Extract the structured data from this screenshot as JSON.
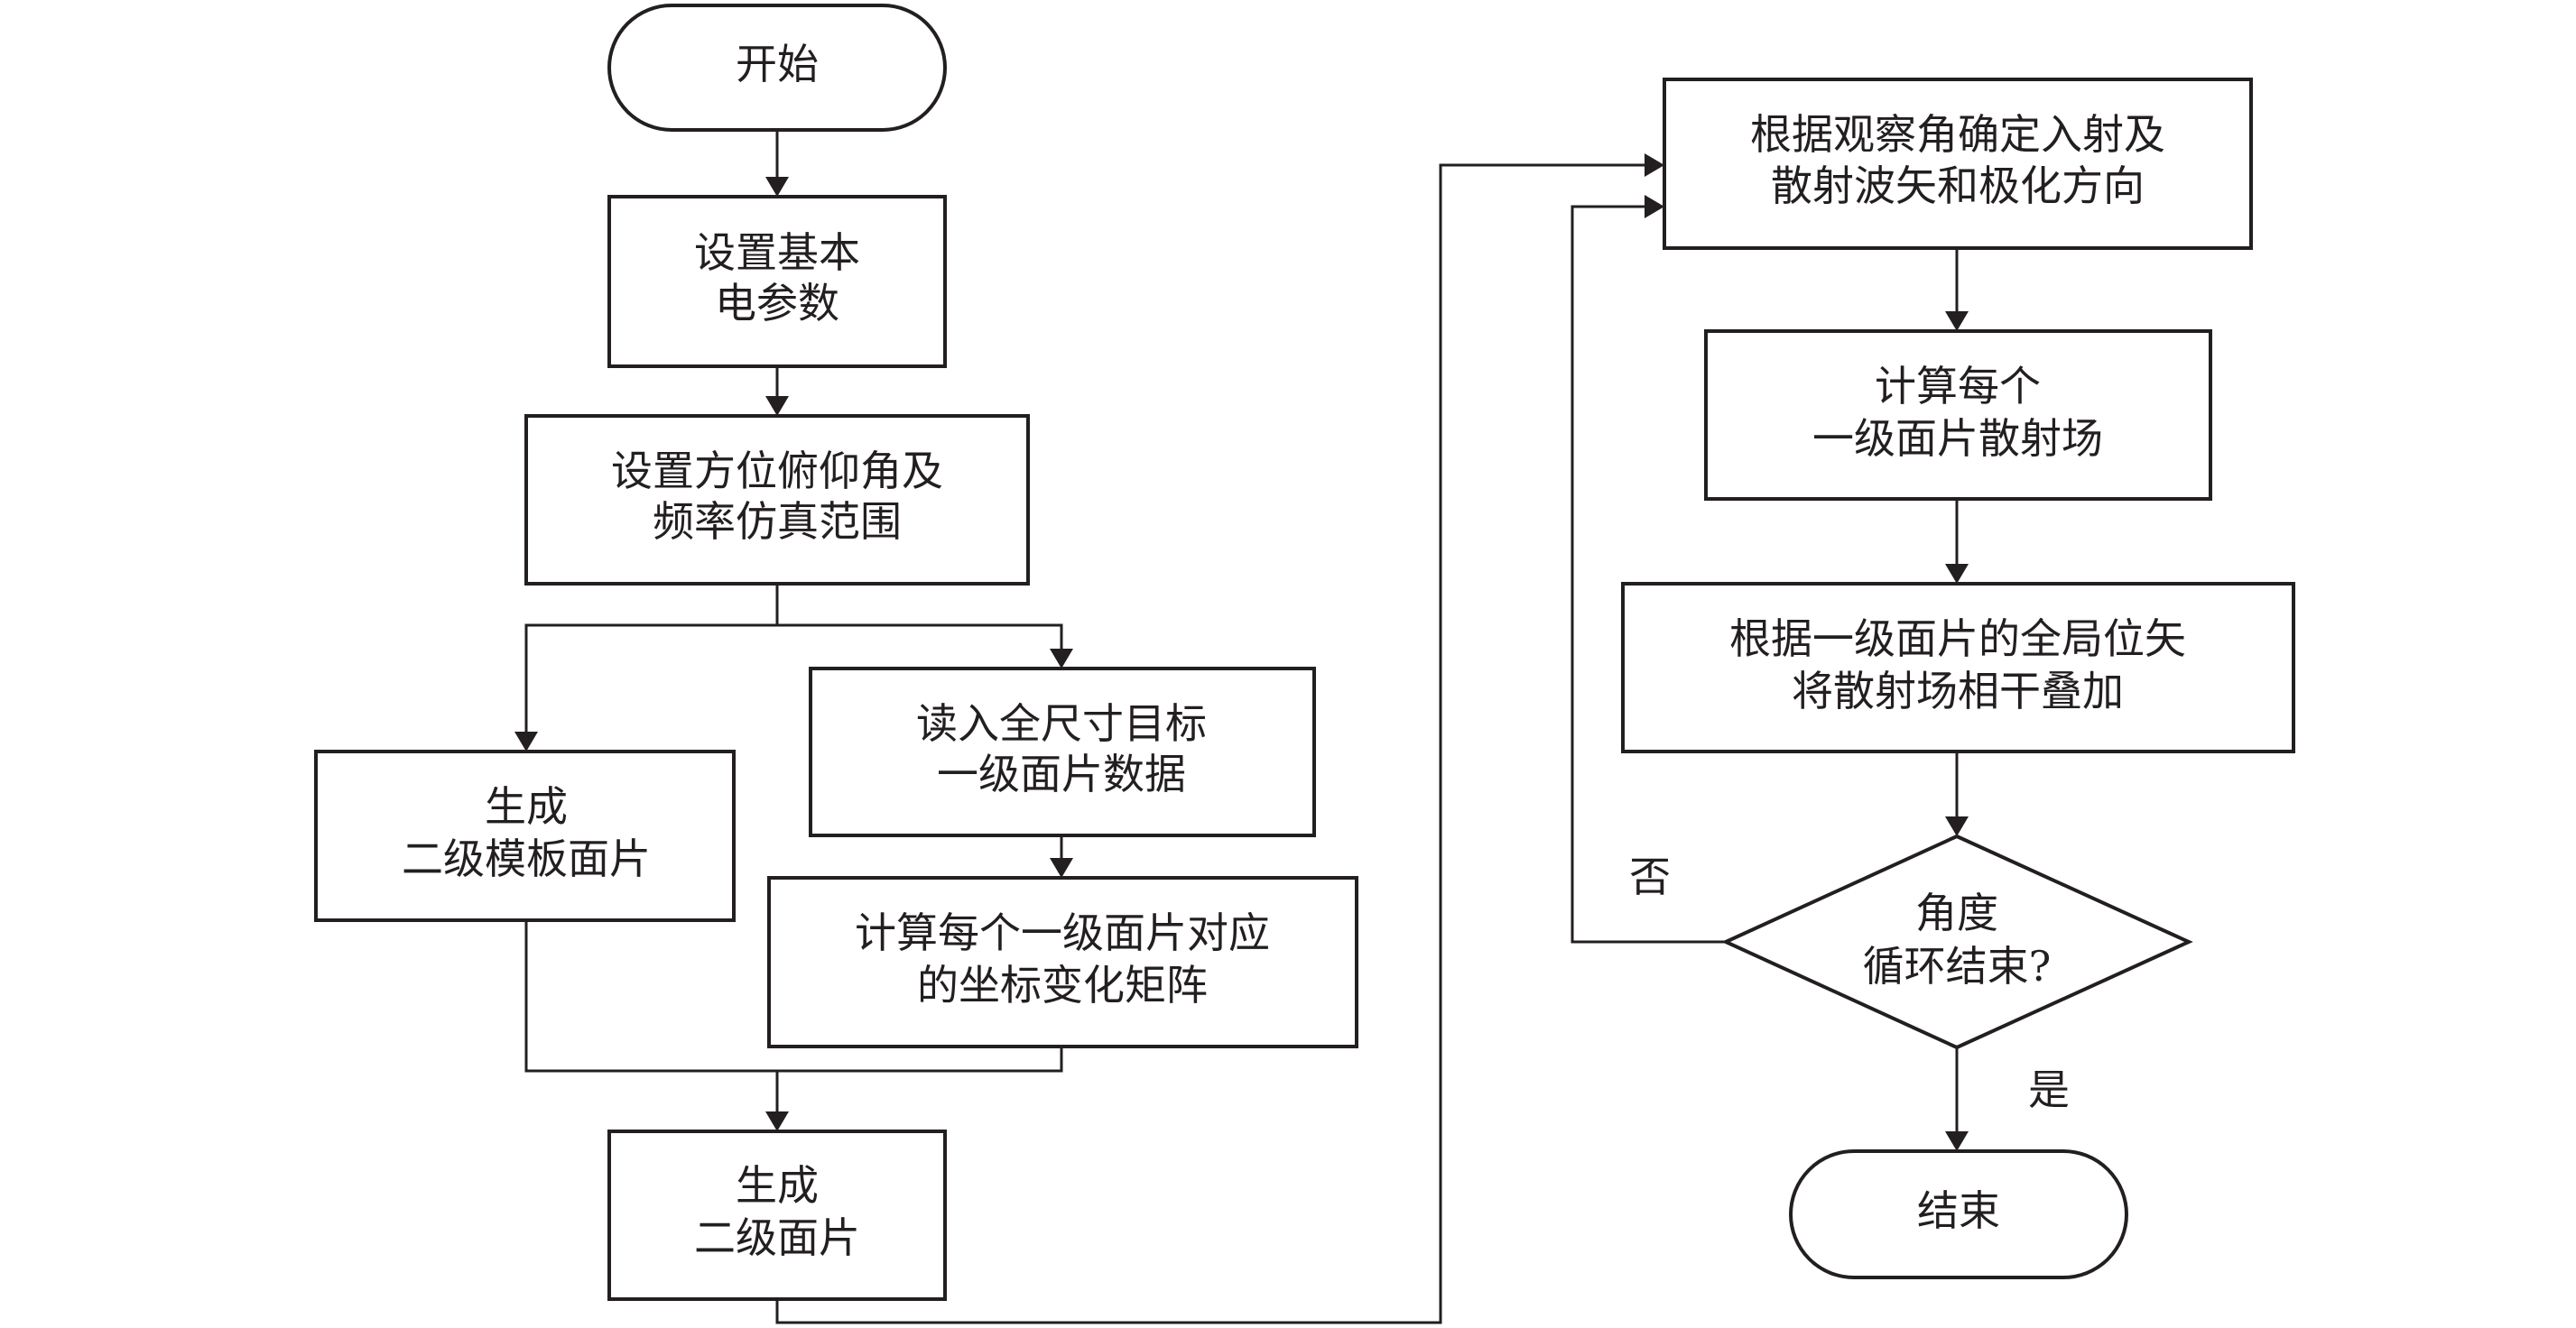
{
  "diagram": {
    "type": "flowchart",
    "nodes": [
      {
        "id": "start",
        "shape": "terminal",
        "lines": [
          "开始"
        ]
      },
      {
        "id": "set_elec",
        "shape": "process",
        "lines": [
          "设置基本",
          "电参数"
        ]
      },
      {
        "id": "set_angle_freq",
        "shape": "process",
        "lines": [
          "设置方位俯仰角及",
          "频率仿真范围"
        ]
      },
      {
        "id": "gen_template",
        "shape": "process",
        "lines": [
          "生成",
          "二级模板面片"
        ]
      },
      {
        "id": "read_data",
        "shape": "process",
        "lines": [
          "读入全尺寸目标",
          "一级面片数据"
        ]
      },
      {
        "id": "calc_matrix",
        "shape": "process",
        "lines": [
          "计算每个一级面片对应",
          "的坐标变化矩阵"
        ]
      },
      {
        "id": "gen_secondary",
        "shape": "process",
        "lines": [
          "生成",
          "二级面片"
        ]
      },
      {
        "id": "determine_vectors",
        "shape": "process",
        "lines": [
          "根据观察角确定入射及",
          "散射波矢和极化方向"
        ]
      },
      {
        "id": "calc_field",
        "shape": "process",
        "lines": [
          "计算每个",
          "一级面片散射场"
        ]
      },
      {
        "id": "superpose",
        "shape": "process",
        "lines": [
          "根据一级面片的全局位矢",
          "将散射场相干叠加"
        ]
      },
      {
        "id": "loop_check",
        "shape": "decision",
        "lines": [
          "角度",
          "循环结束?"
        ]
      },
      {
        "id": "end",
        "shape": "terminal",
        "lines": [
          "结束"
        ]
      }
    ],
    "edges": [
      {
        "from": "start",
        "to": "set_elec",
        "label": ""
      },
      {
        "from": "set_elec",
        "to": "set_angle_freq",
        "label": ""
      },
      {
        "from": "set_angle_freq",
        "to": "gen_template",
        "label": ""
      },
      {
        "from": "set_angle_freq",
        "to": "read_data",
        "label": ""
      },
      {
        "from": "read_data",
        "to": "calc_matrix",
        "label": ""
      },
      {
        "from": "gen_template",
        "to": "gen_secondary",
        "label": ""
      },
      {
        "from": "calc_matrix",
        "to": "gen_secondary",
        "label": ""
      },
      {
        "from": "gen_secondary",
        "to": "determine_vectors",
        "label": ""
      },
      {
        "from": "determine_vectors",
        "to": "calc_field",
        "label": ""
      },
      {
        "from": "calc_field",
        "to": "superpose",
        "label": ""
      },
      {
        "from": "superpose",
        "to": "loop_check",
        "label": ""
      },
      {
        "from": "loop_check",
        "to": "determine_vectors",
        "label": "否"
      },
      {
        "from": "loop_check",
        "to": "end",
        "label": "是"
      }
    ],
    "edge_labels": {
      "no": "否",
      "yes": "是"
    },
    "colors": {
      "stroke": "#231f20",
      "fill": "#ffffff",
      "text": "#231f20"
    }
  }
}
